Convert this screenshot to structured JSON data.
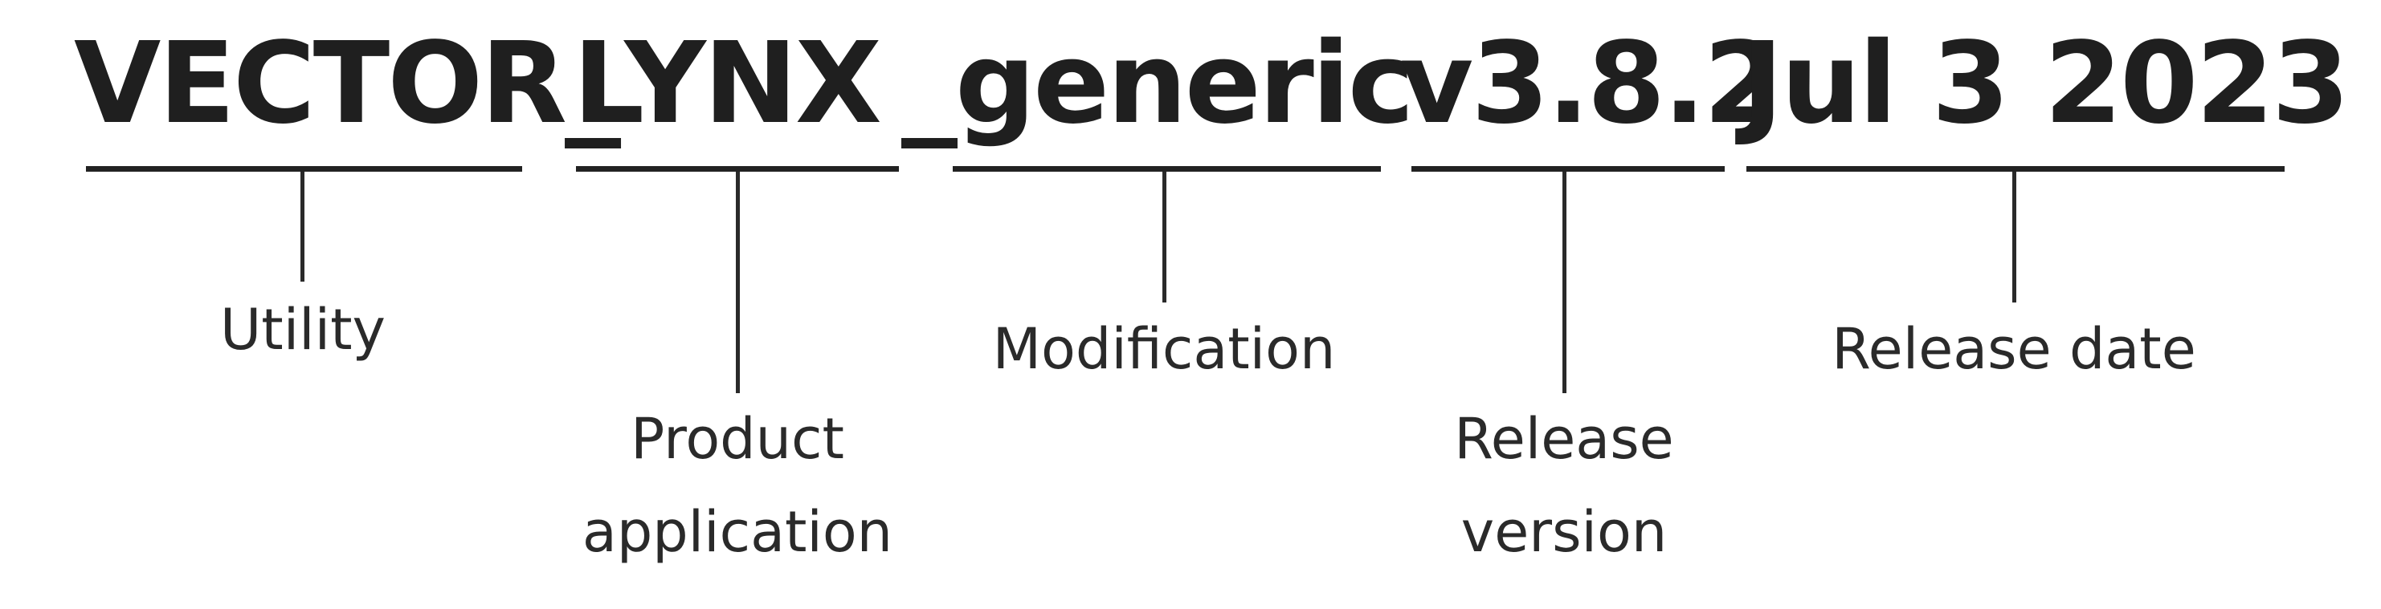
{
  "segments": [
    {
      "text": "VECTOR_",
      "label": "Utility"
    },
    {
      "text": "LYNX",
      "label": "Product application"
    },
    {
      "text": "_generic",
      "label": "Modification"
    },
    {
      "text": "v3.8.2",
      "label": "Release version"
    },
    {
      "text": "Jul 3 2023",
      "label": "Release date"
    }
  ],
  "label_lines": {
    "product": [
      "Product",
      "application"
    ],
    "release_version": [
      "Release",
      "version"
    ]
  },
  "colors": {
    "text": "#1f1f1f",
    "lines": "#222222",
    "background": "#ffffff"
  }
}
